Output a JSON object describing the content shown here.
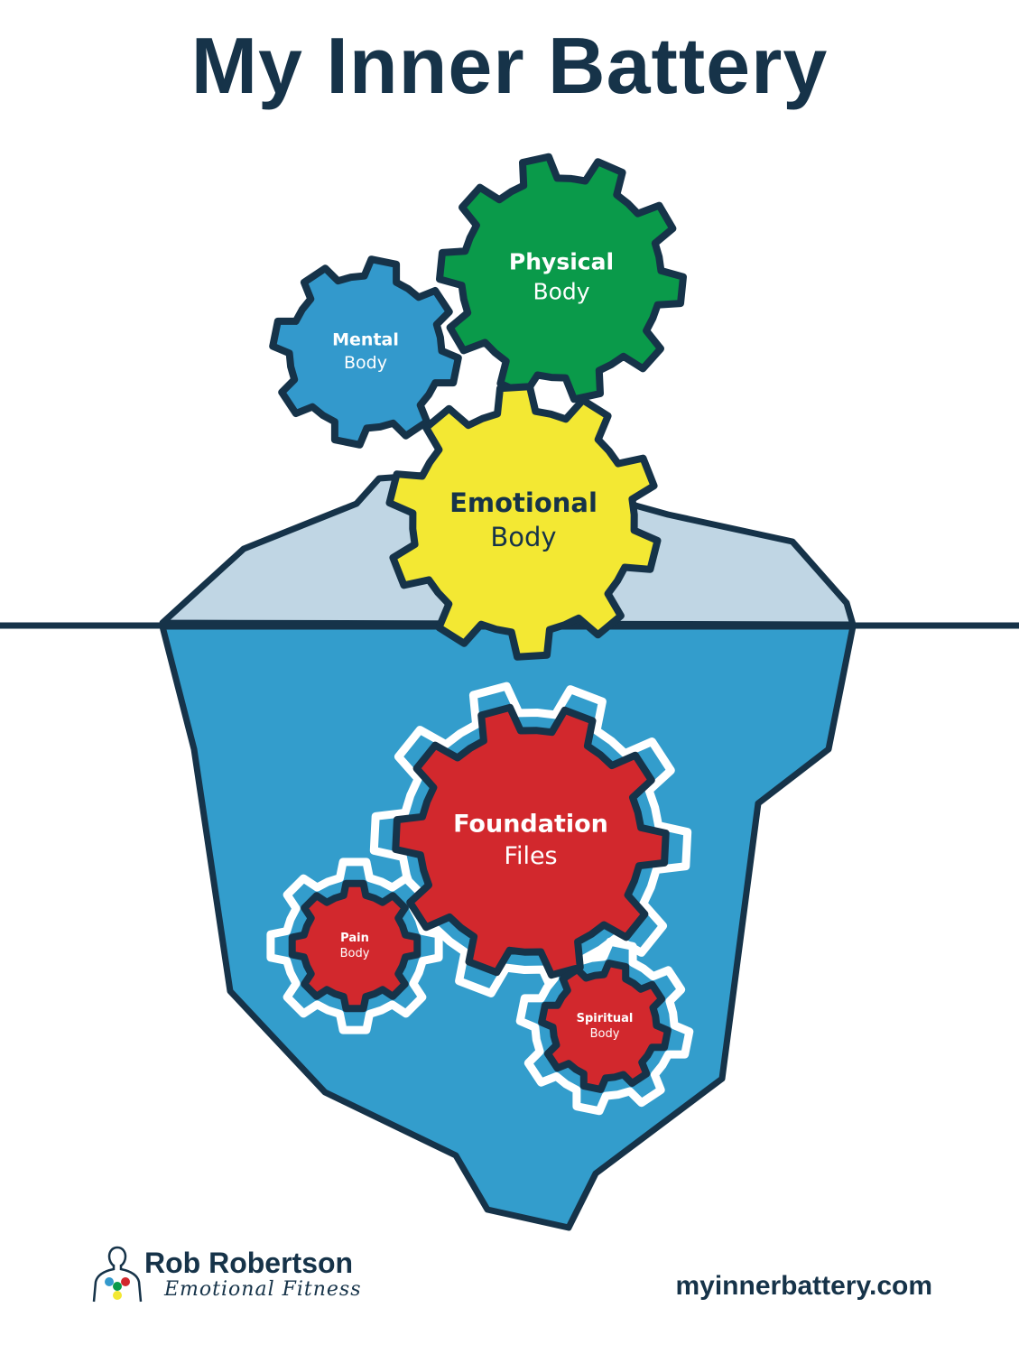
{
  "title": "My Inner Battery",
  "gears": {
    "physical": {
      "line1": "Physical",
      "line2": "Body",
      "color": "#0a9a4a"
    },
    "mental": {
      "line1": "Mental",
      "line2": "Body",
      "color": "#3399cc"
    },
    "emotional": {
      "line1": "Emotional",
      "line2": "Body",
      "color": "#f3e833"
    },
    "foundation": {
      "line1": "Foundation",
      "line2": "Files",
      "color": "#d2282d"
    },
    "pain": {
      "line1": "Pain",
      "line2": "Body",
      "color": "#d2282d"
    },
    "spiritual": {
      "line1": "Spiritual",
      "line2": "Body",
      "color": "#d2282d"
    }
  },
  "footer": {
    "brand_name": "Rob Robertson",
    "brand_tagline": "Emotional Fitness",
    "url": "myinnerbattery.com"
  }
}
